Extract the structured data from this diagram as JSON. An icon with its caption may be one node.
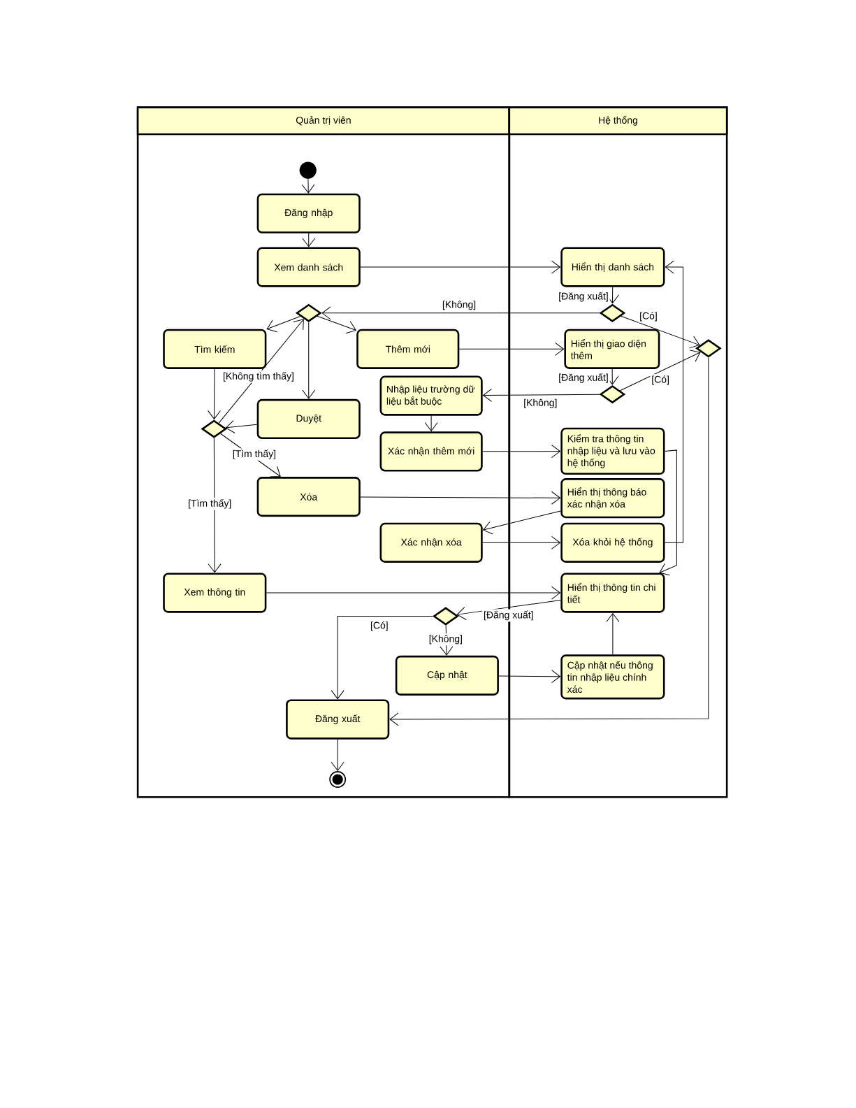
{
  "diagram": {
    "nodes": [
      {
        "text": [
          "Quản trị viên"
        ]
      },
      {
        "text": [
          "Hệ thống"
        ]
      },
      {
        "text": [],
        "shape": "circle",
        "in": 0
      },
      {
        "text": [
          "Đăng nhập"
        ],
        "in": 0
      },
      {
        "text": [
          "Xem danh sách"
        ],
        "in": 0
      },
      {
        "text": [],
        "shape": "diamond",
        "in": 0
      },
      {
        "text": [
          "Tìm kiếm"
        ],
        "in": 0
      },
      {
        "text": [
          "Thêm mới"
        ],
        "in": 0
      },
      {
        "text": [
          "Duyệt"
        ],
        "in": 0
      },
      {
        "text": [],
        "shape": "diamond",
        "in": 0
      },
      {
        "text": [
          "Nhập liệu trường dữ liệu bắt buộc"
        ],
        "in": 0
      },
      {
        "text": [
          "Xác nhận thêm mới"
        ],
        "in": 0
      },
      {
        "text": [
          "Xóa"
        ],
        "in": 0
      },
      {
        "text": [
          "Xác nhận xóa"
        ],
        "in": 0
      },
      {
        "text": [
          "Xem thông tin"
        ],
        "in": 0
      },
      {
        "text": [],
        "shape": "diamond",
        "in": 0
      },
      {
        "text": [
          "Cập nhật"
        ],
        "in": 0
      },
      {
        "text": [
          "Đăng xuất"
        ],
        "in": 0
      },
      {
        "text": [],
        "shape": "bullseye",
        "in": 0
      },
      {
        "text": [
          "Hiển thị danh sách"
        ],
        "in": 1
      },
      {
        "text": [],
        "shape": "diamond",
        "in": 1
      },
      {
        "text": [
          "Hiển thị giao diện thêm"
        ],
        "in": 1
      },
      {
        "text": [],
        "shape": "diamond",
        "in": 1
      },
      {
        "text": [],
        "shape": "diamond",
        "in": 1
      },
      {
        "text": [
          "Kiểm tra thông tin nhập liệu và lưu vào hệ thống"
        ],
        "in": 1
      },
      {
        "text": [
          "Hiển thị thông báo xác nhận xóa"
        ],
        "in": 1
      },
      {
        "text": [
          "Xóa khỏi hệ thống"
        ],
        "in": 1
      },
      {
        "text": [
          "Hiển thị thông tin chi tiết"
        ],
        "in": 1
      },
      {
        "text": [
          "Cập nhật nếu thông tin nhập liệu chính xác"
        ],
        "in": 1
      }
    ],
    "edges": [
      {
        "from": 2,
        "to": 3,
        "arrow": "to"
      },
      {
        "from": 3,
        "to": 4,
        "arrow": "to"
      },
      {
        "from": 4,
        "to": 19,
        "arrow": "to"
      },
      {
        "from": 19,
        "to": 20,
        "arrow": "to",
        "label": "[Đăng xuất]"
      },
      {
        "from": 20,
        "to": 5,
        "arrow": "to",
        "label": "[Không]"
      },
      {
        "from": 20,
        "to": 23,
        "arrow": "to",
        "label": "[Có]"
      },
      {
        "from": 5,
        "to": 6,
        "arrow": "to"
      },
      {
        "from": 5,
        "to": 7,
        "arrow": "to"
      },
      {
        "from": 5,
        "to": 8,
        "arrow": "to"
      },
      {
        "from": 9,
        "to": 5,
        "arrow": "to",
        "label": "[Không tìm thấy]"
      },
      {
        "from": 6,
        "to": 9,
        "arrow": "to"
      },
      {
        "from": 8,
        "to": 9,
        "arrow": "to"
      },
      {
        "from": 9,
        "to": 12,
        "arrow": "to",
        "label": "[Tìm thấy]"
      },
      {
        "from": 9,
        "to": 14,
        "arrow": "to",
        "label": "[Tìm thấy]"
      },
      {
        "from": 7,
        "to": 21,
        "arrow": "to"
      },
      {
        "from": 21,
        "to": 22,
        "arrow": "to",
        "label": "[Đăng xuất]"
      },
      {
        "from": 22,
        "to": 10,
        "arrow": "to",
        "label": "[Không]"
      },
      {
        "from": 22,
        "to": 23,
        "arrow": "to",
        "label": "[Có]"
      },
      {
        "from": 10,
        "to": 11,
        "arrow": "to"
      },
      {
        "from": 11,
        "to": 24,
        "arrow": "to"
      },
      {
        "from": 12,
        "to": 25,
        "arrow": "to"
      },
      {
        "from": 25,
        "to": 13,
        "arrow": "to"
      },
      {
        "from": 13,
        "to": 26,
        "arrow": "to"
      },
      {
        "from": 14,
        "to": 27,
        "arrow": "to"
      },
      {
        "from": 24,
        "to": 27,
        "arrow": "to"
      },
      {
        "from": 26,
        "to": 19,
        "arrow": "to"
      },
      {
        "from": 27,
        "to": 15,
        "arrow": "to",
        "label": "[Đăng xuất]"
      },
      {
        "from": 15,
        "to": 17,
        "arrow": "to",
        "label": "[Có]"
      },
      {
        "from": 15,
        "to": 16,
        "arrow": "to",
        "label": "[Không]"
      },
      {
        "from": 16,
        "to": 28,
        "arrow": "to"
      },
      {
        "from": 28,
        "to": 27,
        "arrow": "to"
      },
      {
        "from": 23,
        "to": 17,
        "arrow": "to"
      },
      {
        "from": 17,
        "to": 18,
        "arrow": "to"
      }
    ]
  }
}
